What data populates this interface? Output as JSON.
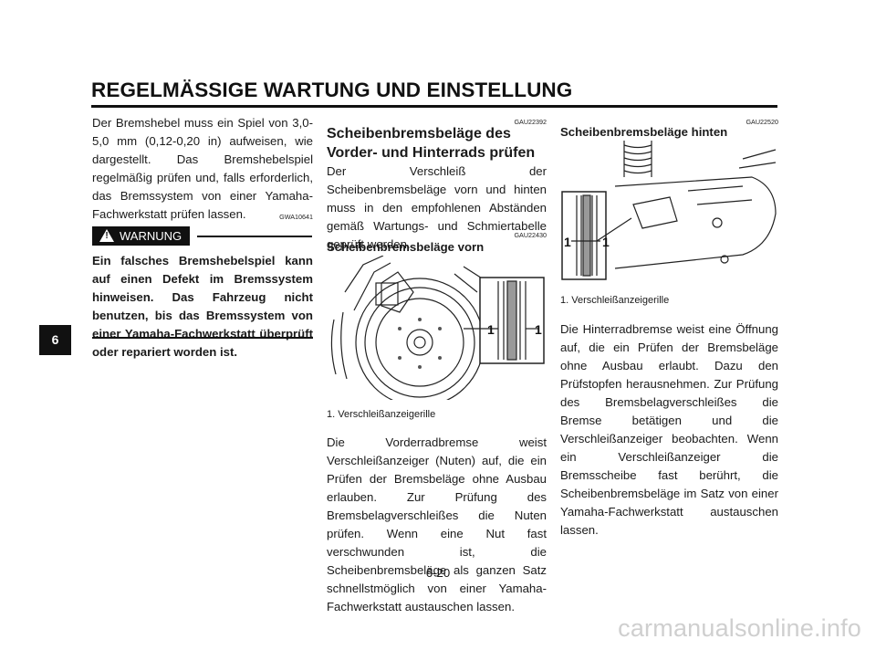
{
  "header": {
    "title": "REGELMÄSSIGE WARTUNG UND EINSTELLUNG"
  },
  "tab": {
    "label": "6"
  },
  "col1": {
    "para": "Der Bremshebel muss ein Spiel von 3,0-5,0 mm (0,12-0,20 in) aufweisen, wie dargestellt. Das Bremshebelspiel regelmäßig prüfen und, falls erforderlich, das Bremssystem von einer Yamaha-Fachwerkstatt prüfen lassen.",
    "warn_code": "GWA10641",
    "warn_label": "WARNUNG",
    "warn_text": "Ein falsches Bremshebelspiel kann auf einen Defekt im Bremssystem hinweisen. Das Fahrzeug nicht benutzen, bis das Bremssystem von einer Yamaha-Fachwerkstatt überprüft oder repariert worden ist."
  },
  "col2": {
    "code1": "GAU22392",
    "title": "Scheibenbremsbeläge des Vorder- und Hinterrads prüfen",
    "intro": "Der Verschleiß der Scheibenbremsbeläge vorn und hinten muss in den empfohlenen Abständen gemäß Wartungs- und Schmiertabelle geprüft werden.",
    "code2": "GAU22430",
    "subtitle": "Scheibenbremsbeläge vorn",
    "caption": "1. Verschleißanzeigerille",
    "fig_label": "1",
    "body": "Die Vorderradbremse weist Verschleißanzeiger (Nuten) auf, die ein Prüfen der Bremsbeläge ohne Ausbau erlauben. Zur Prüfung des Bremsbelagverschleißes die Nuten prüfen. Wenn eine Nut fast verschwunden ist, die Scheibenbremsbeläge als ganzen Satz schnellstmöglich von einer Yamaha-Fachwerkstatt austauschen lassen."
  },
  "col3": {
    "code": "GAU22520",
    "subtitle": "Scheibenbremsbeläge hinten",
    "caption": "1. Verschleißanzeigerille",
    "fig_label": "1",
    "body": "Die Hinterradbremse weist eine Öffnung auf, die ein Prüfen der Bremsbeläge ohne Ausbau erlaubt. Dazu den Prüfstopfen herausnehmen. Zur Prüfung des Bremsbelagverschleißes die Bremse betätigen und die Verschleißanzeiger beobachten. Wenn ein Verschleißanzeiger die Bremsscheibe fast berührt, die Scheibenbremsbeläge im Satz von einer Yamaha-Fachwerkstatt austauschen lassen."
  },
  "footer": {
    "page_number": "6-20",
    "watermark": "carmanualsonline.info"
  }
}
